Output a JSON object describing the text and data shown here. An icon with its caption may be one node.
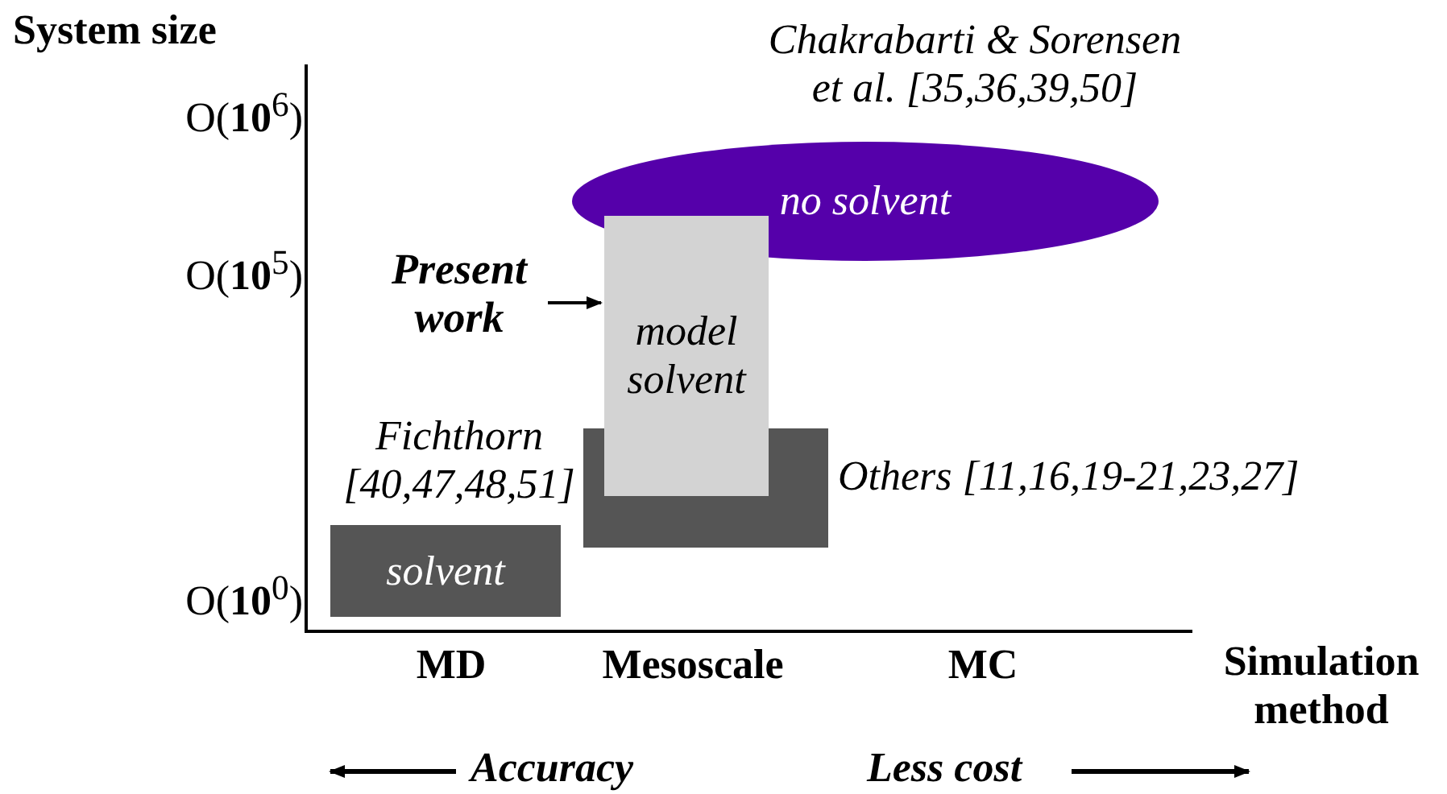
{
  "diagram": {
    "nodes": [
      {
        "text": [
          "solvent"
        ],
        "beside": [
          "Fichthorn [40,47,48,51]"
        ]
      },
      {
        "text": [],
        "shape": "box",
        "beside": [
          "Others [11,16,19-21,23,27]"
        ]
      },
      {
        "text": [
          "model solvent"
        ]
      },
      {
        "text": [
          "no solvent"
        ],
        "beside": [
          "Chakrabarti & Sorensen et al. [35,36,39,50]"
        ]
      },
      {
        "text": [
          "Present work"
        ]
      }
    ],
    "edges": [
      {
        "from": 4,
        "to": 2,
        "arrow": "to"
      }
    ],
    "labels": [
      "System size",
      "O(**10**$^{6}$)",
      "O(**10**$^{5}$)",
      "O(**10**$^{0}$)",
      "MD",
      "Mesoscale",
      "MC",
      "Simulation method",
      "Accuracy",
      "Less cost"
    ]
  }
}
